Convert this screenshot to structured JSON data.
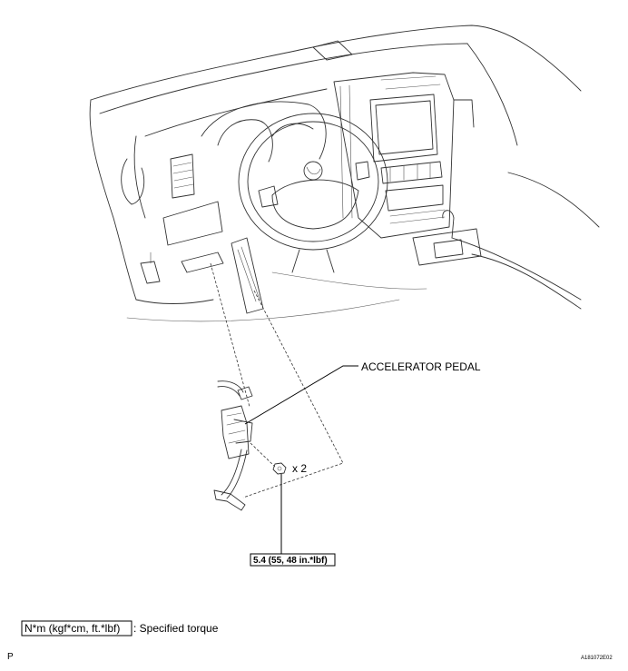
{
  "labels": {
    "accelerator_pedal": "ACCELERATOR PEDAL",
    "quantity": "x 2",
    "torque_value": "5.4 (55, 48 in.*lbf)"
  },
  "legend": {
    "unit_box": "N*m (kgf*cm, ft.*lbf)",
    "description": ": Specified torque"
  },
  "footer": {
    "left_code": "P",
    "figure_id": "A181072E02"
  }
}
